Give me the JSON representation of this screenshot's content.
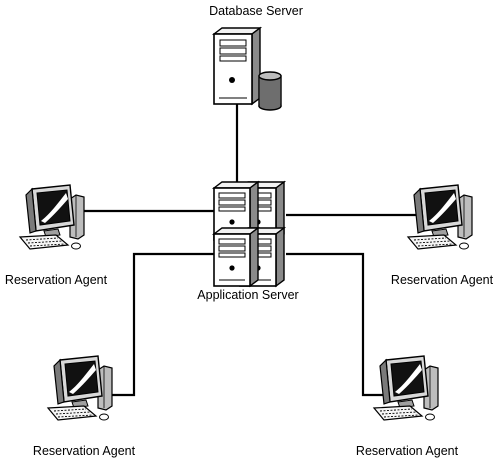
{
  "diagram": {
    "nodes": {
      "database_server": {
        "label": "Database Server",
        "icon": "database-server-icon"
      },
      "application_server": {
        "label": "Application Server",
        "icon": "server-cluster-icon"
      },
      "agent_top_left": {
        "label": "Reservation Agent",
        "icon": "workstation-icon"
      },
      "agent_top_right": {
        "label": "Reservation Agent",
        "icon": "workstation-icon"
      },
      "agent_bottom_left": {
        "label": "Reservation Agent",
        "icon": "workstation-icon"
      },
      "agent_bottom_right": {
        "label": "Reservation Agent",
        "icon": "workstation-icon"
      }
    },
    "connections": [
      {
        "from": "database_server",
        "to": "application_server"
      },
      {
        "from": "application_server",
        "to": "agent_top_left"
      },
      {
        "from": "application_server",
        "to": "agent_top_right"
      },
      {
        "from": "application_server",
        "to": "agent_bottom_left"
      },
      {
        "from": "application_server",
        "to": "agent_bottom_right"
      }
    ]
  }
}
